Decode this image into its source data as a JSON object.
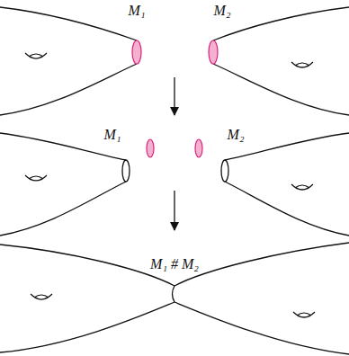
{
  "diagram": {
    "labels": [
      "M₁",
      "M₂",
      "M₁",
      "M₂",
      "M₁ # M₂"
    ]
  }
}
